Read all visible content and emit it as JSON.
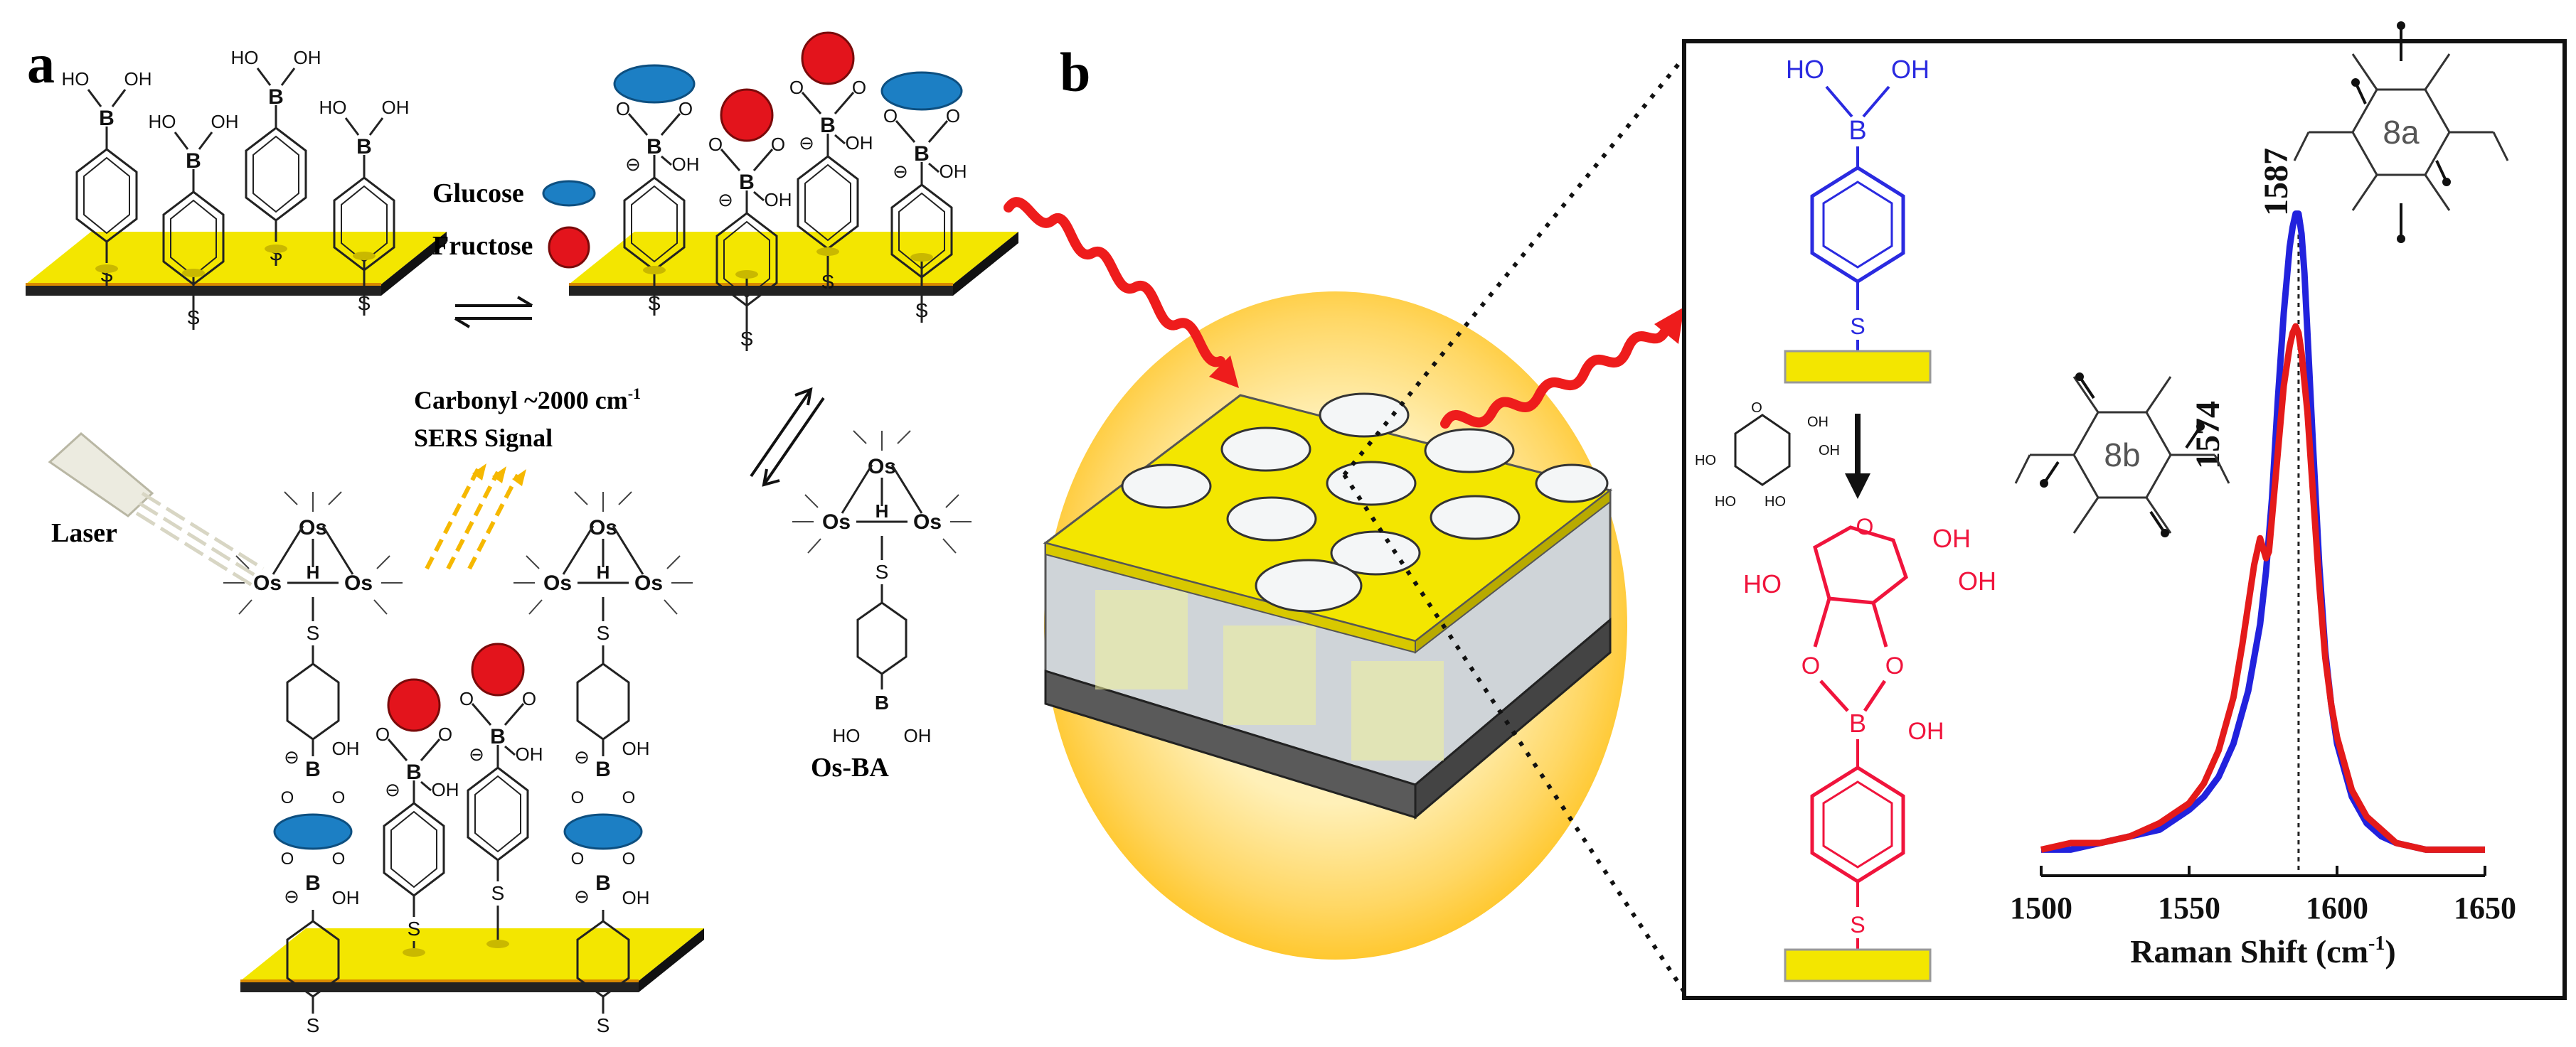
{
  "panel_a": {
    "label": "a",
    "legend": {
      "glucose": "Glucose",
      "fructose": "Fructose"
    },
    "carbonyl": "Carbonyl ~2000 cm",
    "carbonyl_sup": "-1",
    "sers": "SERS Signal",
    "laser": "Laser",
    "os_ba": "Os-BA",
    "atoms": {
      "ho": "HO",
      "oh": "OH",
      "b": "B",
      "s": "S",
      "o": "O",
      "os": "Os",
      "h": "H",
      "minus": "⊖"
    },
    "colors": {
      "gold": "#f3e600",
      "glucose": "#1c7fc4",
      "fructose": "#e3141c",
      "beam": "#f6b800",
      "laser": "#d8d6c4"
    }
  },
  "panel_b": {
    "label": "b",
    "top_mol": {
      "ho": "HO",
      "oh": "OH",
      "b": "B",
      "s": "S",
      "color": "#2a2ae0"
    },
    "sugar": {
      "ho": "HO",
      "o": "O",
      "oh": "OH"
    },
    "bottom_mol": {
      "ho": "HO",
      "oh": "OH",
      "o": "O",
      "b": "B",
      "s": "S",
      "color": "#f0143c"
    },
    "colors": {
      "gold": "#f3e600",
      "wave": "#ee1c1c",
      "glow": "#ffd24a"
    }
  },
  "chart_data": {
    "type": "line",
    "xlabel": "Raman Shift (cm",
    "xlabel_sup": "-1",
    "xlabel_tail": ")",
    "xlim": [
      1500,
      1650
    ],
    "ylim": [
      0,
      1
    ],
    "xticks": [
      1500,
      1550,
      1600,
      1650
    ],
    "xtick_labels": [
      "1500",
      "1550",
      "1600",
      "1650"
    ],
    "peak_labels": [
      {
        "text": "1587",
        "x": 1587
      },
      {
        "text": "1574",
        "x": 1574
      }
    ],
    "mode_labels": [
      "8a",
      "8b"
    ],
    "dashed_x": 1587,
    "series": [
      {
        "color": "#2222dd",
        "x": [
          1500,
          1510,
          1520,
          1530,
          1540,
          1550,
          1555,
          1560,
          1565,
          1570,
          1572,
          1574,
          1576,
          1578,
          1580,
          1582,
          1584,
          1585,
          1586,
          1587,
          1588,
          1589,
          1590,
          1592,
          1594,
          1596,
          1598,
          1600,
          1605,
          1610,
          1615,
          1620,
          1630,
          1640,
          1650
        ],
        "y": [
          0.02,
          0.02,
          0.03,
          0.04,
          0.05,
          0.08,
          0.1,
          0.13,
          0.18,
          0.26,
          0.31,
          0.36,
          0.44,
          0.55,
          0.7,
          0.83,
          0.93,
          0.96,
          0.98,
          0.98,
          0.95,
          0.89,
          0.8,
          0.62,
          0.45,
          0.32,
          0.24,
          0.18,
          0.1,
          0.06,
          0.04,
          0.03,
          0.02,
          0.02,
          0.02
        ]
      },
      {
        "color": "#e41a1a",
        "x": [
          1500,
          1510,
          1520,
          1530,
          1540,
          1550,
          1555,
          1560,
          1565,
          1568,
          1570,
          1572,
          1574,
          1576,
          1577,
          1578,
          1580,
          1582,
          1584,
          1585,
          1586,
          1587,
          1588,
          1590,
          1592,
          1594,
          1596,
          1598,
          1600,
          1605,
          1610,
          1615,
          1620,
          1630,
          1640,
          1650
        ],
        "y": [
          0.02,
          0.03,
          0.03,
          0.04,
          0.06,
          0.09,
          0.12,
          0.17,
          0.25,
          0.33,
          0.39,
          0.45,
          0.49,
          0.46,
          0.47,
          0.52,
          0.62,
          0.72,
          0.78,
          0.8,
          0.81,
          0.8,
          0.77,
          0.68,
          0.55,
          0.42,
          0.31,
          0.24,
          0.19,
          0.11,
          0.07,
          0.05,
          0.03,
          0.02,
          0.02,
          0.02
        ]
      }
    ]
  }
}
